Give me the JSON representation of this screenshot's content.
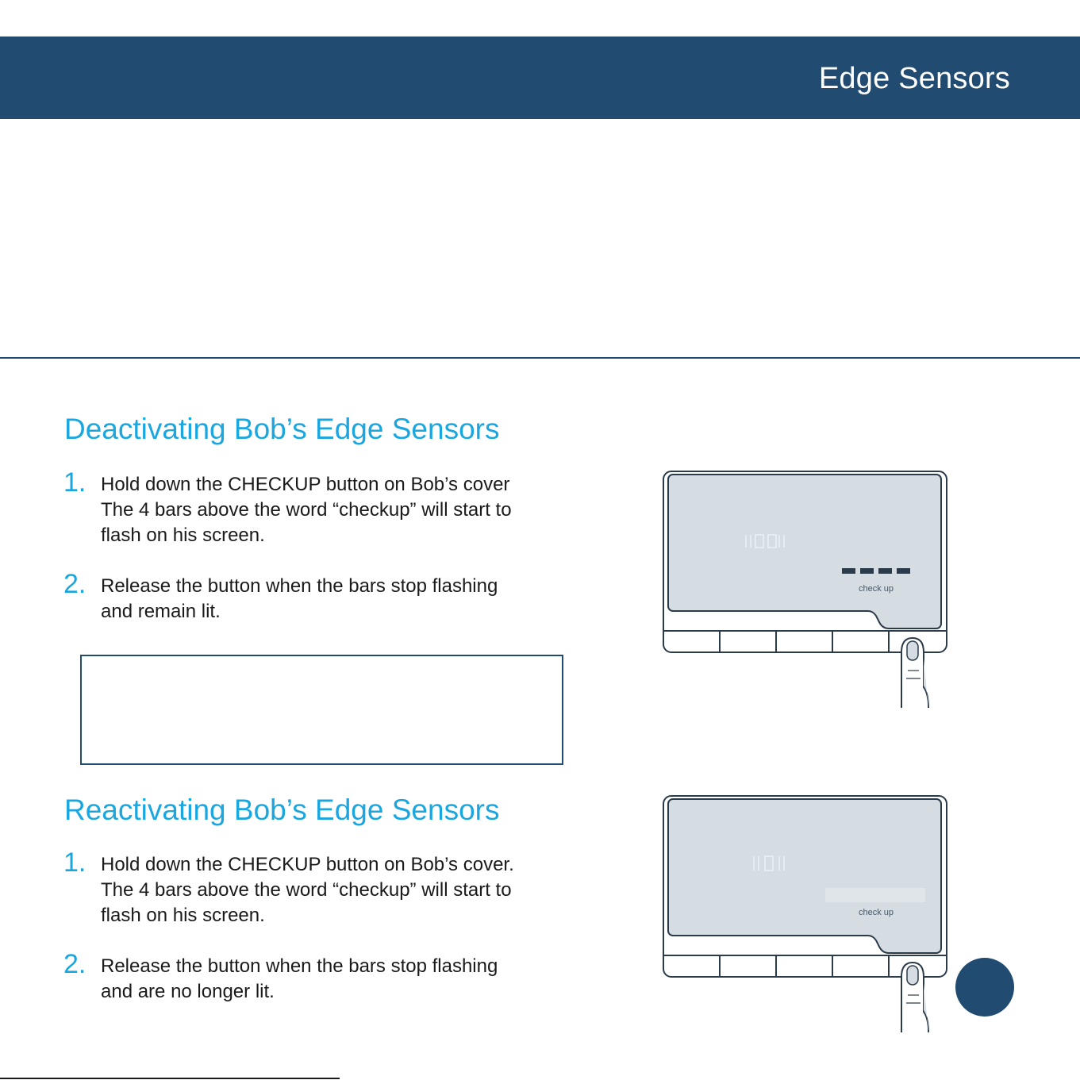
{
  "header": {
    "title": "Edge Sensors"
  },
  "deactivate": {
    "title": "Deactivating Bob’s Edge Sensors",
    "steps": [
      {
        "num": "1.",
        "text": "Hold down the CHECKUP button on Bob’s cover\n The 4 bars above the word “checkup” will start to\n flash on his screen."
      },
      {
        "num": "2.",
        "text": "Release the button when the bars stop flashing\nand remain lit."
      }
    ]
  },
  "reactivate": {
    "title": "Reactivating Bob’s Edge Sensors",
    "steps": [
      {
        "num": "1.",
        "text": "Hold down the CHECKUP button on Bob’s cover.\n The 4 bars above the word “checkup” will start to\n flash on his screen."
      },
      {
        "num": "2.",
        "text": "Release the button when the bars stop flashing\nand are no longer lit."
      }
    ]
  },
  "illustrations": {
    "lit": {
      "label": "check up",
      "bars_lit": 4
    },
    "unlit": {
      "label": "check up",
      "bars_lit": 0
    }
  },
  "colors": {
    "brand_navy": "#214b70",
    "accent_cyan": "#1aa7e0",
    "screen_gray": "#d5dde2"
  }
}
